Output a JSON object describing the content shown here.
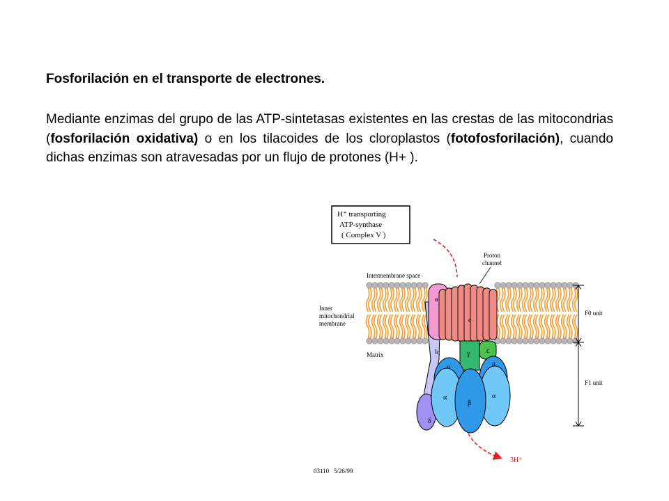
{
  "slide": {
    "title": "Fosforilación en el transporte de electrones.",
    "paragraph": {
      "t1": "Mediante enzimas del grupo de las ATP-sintetasas existentes en las crestas de las mitocondrias (",
      "b1": "fosforilación oxidativa)",
      "t2": " o en los tilacoides de los cloroplastos (",
      "b2": "fotofosforilación)",
      "t3": ", cuando dichas enzimas son atravesadas por un flujo de protones (H+ )."
    }
  },
  "diagram": {
    "box_lines": [
      "H⁺ transporting",
      "ATP-synthase",
      "( Complex V )"
    ],
    "proton_channel": [
      "Proton",
      "channel"
    ],
    "intermembrane_space": "Intermembrane space",
    "inner_membrane": [
      "Inner",
      "mitochondrial",
      "membrane"
    ],
    "matrix": "Matrix",
    "f0_unit": "F0 unit",
    "f1_unit": "F1 unit",
    "subunits": {
      "a": "a",
      "b": "b",
      "c_ring": "c",
      "c_small": "c",
      "gamma": "γ",
      "delta": "δ",
      "beta_left": "β",
      "beta_right": "β",
      "beta_center": "β",
      "alpha_left": "α",
      "alpha_right": "α"
    },
    "product": "3H⁺",
    "footer": "03110   5/26/99",
    "colors": {
      "lipid_head": "#b8b8b8",
      "lipid_tail": "#f2a43c",
      "c_ring": "#f08a84",
      "subunit_a": "#f39ad2",
      "subunit_b": "#c8c8f8",
      "gamma": "#34b870",
      "epsilon": "#4cc050",
      "f1_light": "#70c8f8",
      "f1_dark": "#3098e8",
      "delta": "#a090f0",
      "arrow": "#e02020"
    }
  }
}
